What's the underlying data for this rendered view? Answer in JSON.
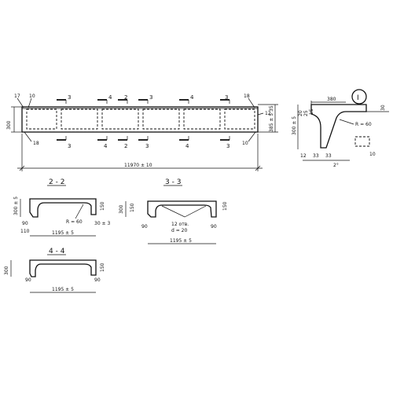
{
  "beam": {
    "length": "11970 ± 10",
    "height_left": "300",
    "height_right": "385 ± 5",
    "end_left_top": "17",
    "end_left_top2": "10",
    "end_left_bot": "18",
    "end_right_top": "18",
    "end_right_mid": "12",
    "end_right_bot": "10",
    "end_right_val": "35",
    "sections": {
      "s3": "3",
      "s4": "4",
      "s2": "2"
    }
  },
  "detail_I": {
    "label": "I",
    "width": "380",
    "r_label": "R = 60",
    "right_top": "30",
    "left_heights": [
      "300 ± 5",
      "20",
      "25",
      "15"
    ],
    "bottom": [
      "12",
      "33",
      "33"
    ],
    "bottom_right": "10",
    "angle": "2°"
  },
  "section_2_2": {
    "title": "2 - 2",
    "height": "300 ± 5",
    "right_dim": "150",
    "radius": "R = 60",
    "left_dims": [
      "90",
      "110"
    ],
    "right_dims": "30 ± 3",
    "width": "1195 ± 5"
  },
  "section_3_3": {
    "title": "3 - 3",
    "height": "300",
    "top_left": "150",
    "right_top": "150",
    "left_dim": "90",
    "right_dim": "90",
    "hole_label": "12 отв.",
    "hole_dia": "d = 20",
    "width": "1195 ± 5"
  },
  "section_4_4": {
    "title": "4 - 4",
    "height": "300",
    "right_top": "150",
    "left_dim": "90",
    "right_dim": "90",
    "width": "1195 ± 5"
  }
}
